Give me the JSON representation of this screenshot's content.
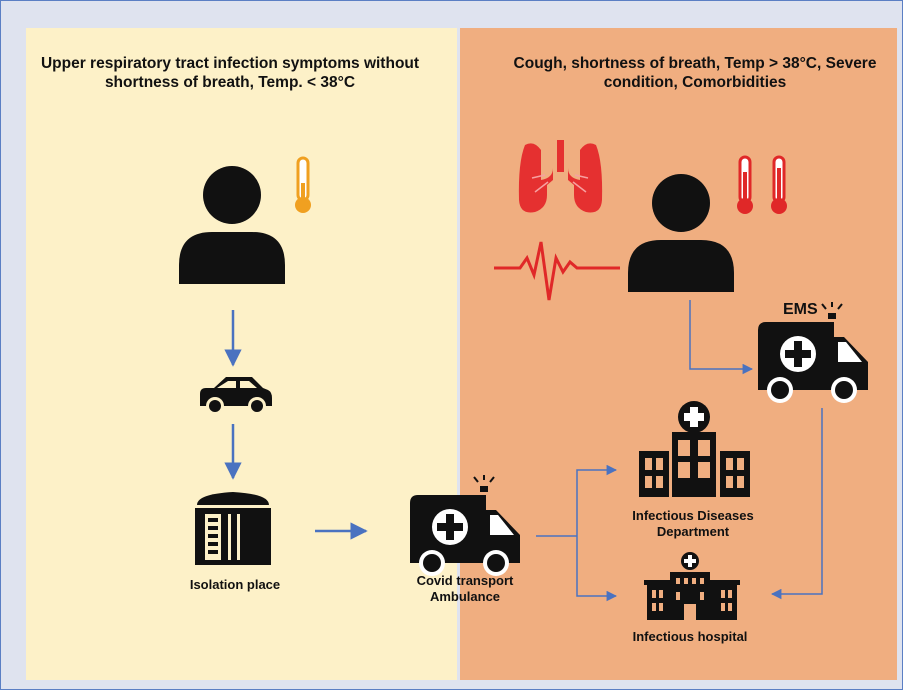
{
  "headings": {
    "left": "Upper respiratory tract infection symptoms without shortness of breath, Temp. < 38°C",
    "right": "Cough, shortness of breath, Temp > 38°C, Severe condition, Comorbidities"
  },
  "labels": {
    "isolation": "Isolation place",
    "covid_transport": "Covid transport Ambulance",
    "infectious_dept": "Infectious Diseases Department",
    "infectious_hospital": "Infectious hospital",
    "ems": "EMS"
  },
  "colors": {
    "frame_border": "#5b7fc4",
    "frame_bg": "#dfe3ef",
    "left_panel": "#fdf1c8",
    "right_panel": "#f0ae80",
    "arrow": "#4a72c0",
    "thermo_orange": "#f0a020",
    "thermo_red": "#e02828",
    "lungs_red": "#e53030",
    "ink": "#111111"
  },
  "icons": [
    "person-icon",
    "thermometer-icon",
    "lungs-icon",
    "heartbeat-icon",
    "car-icon",
    "isolation-building-icon",
    "ambulance-icon",
    "hospital-icon"
  ]
}
